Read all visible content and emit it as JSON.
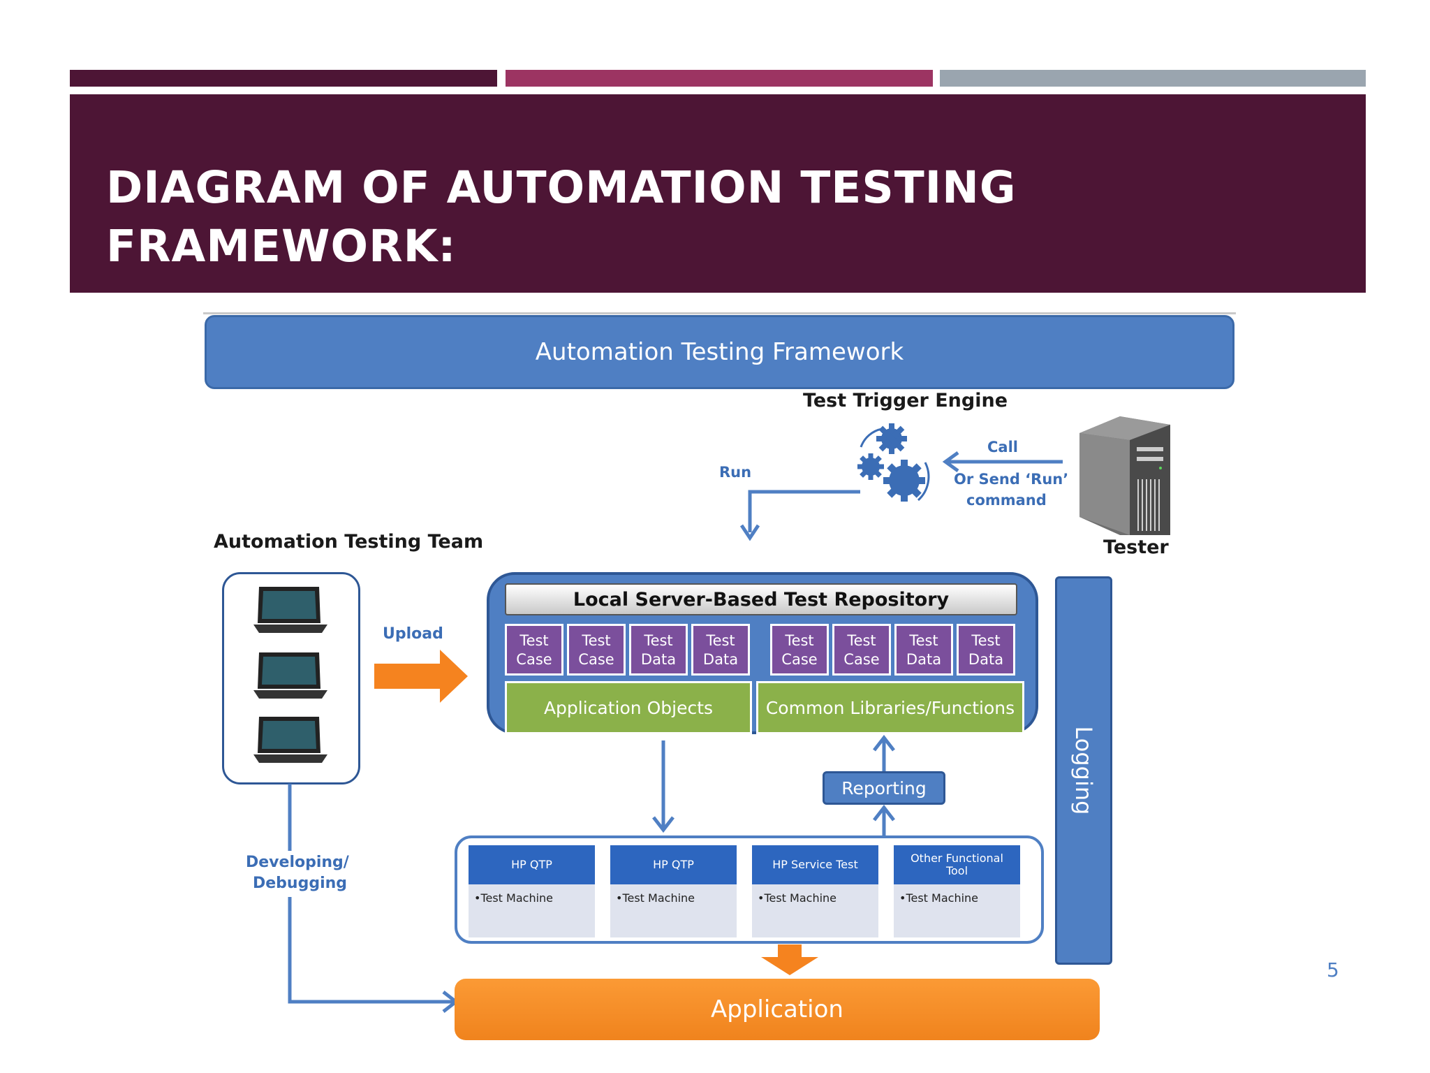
{
  "slide": {
    "title_line1": "DIAGRAM OF AUTOMATION TESTING",
    "title_line2": "FRAMEWORK:",
    "page_number": "5"
  },
  "colors": {
    "bar_left": "#4d1535",
    "bar_middle": "#9c3462",
    "bar_right": "#9aa5af",
    "header_bg": "#4d1535",
    "diagram_blue": "#4f7fc3",
    "tile_purple": "#7b4f9c",
    "tile_green": "#8bb14a",
    "arrow_orange": "#f5831f"
  },
  "diagram": {
    "framework_banner": "Automation Testing Framework",
    "trigger_engine_label": "Test Trigger Engine",
    "run_label": "Run",
    "call_label": "Call",
    "send_run_line1": "Or Send ‘Run’",
    "send_run_line2": "command",
    "tester_label": "Tester",
    "team_label": "Automation Testing Team",
    "upload_label": "Upload",
    "dev_label_line1": "Developing/",
    "dev_label_line2": "Debugging",
    "repository": {
      "title": "Local Server-Based Test Repository",
      "tiles": [
        {
          "line1": "Test",
          "line2": "Case"
        },
        {
          "line1": "Test",
          "line2": "Case"
        },
        {
          "line1": "Test",
          "line2": "Data"
        },
        {
          "line1": "Test",
          "line2": "Data"
        },
        {
          "line1": "Test",
          "line2": "Case"
        },
        {
          "line1": "Test",
          "line2": "Case"
        },
        {
          "line1": "Test",
          "line2": "Data"
        },
        {
          "line1": "Test",
          "line2": "Data"
        }
      ],
      "application_objects": "Application Objects",
      "common_libraries": "Common Libraries/Functions"
    },
    "reporting": "Reporting",
    "logging": "Logging",
    "machines": [
      {
        "tool": "HP QTP",
        "item": "•Test Machine"
      },
      {
        "tool": "HP QTP",
        "item": "•Test Machine"
      },
      {
        "tool": "HP Service Test",
        "item": "•Test Machine"
      },
      {
        "tool": "Other Functional Tool",
        "item": "•Test Machine"
      }
    ],
    "application": "Application"
  }
}
